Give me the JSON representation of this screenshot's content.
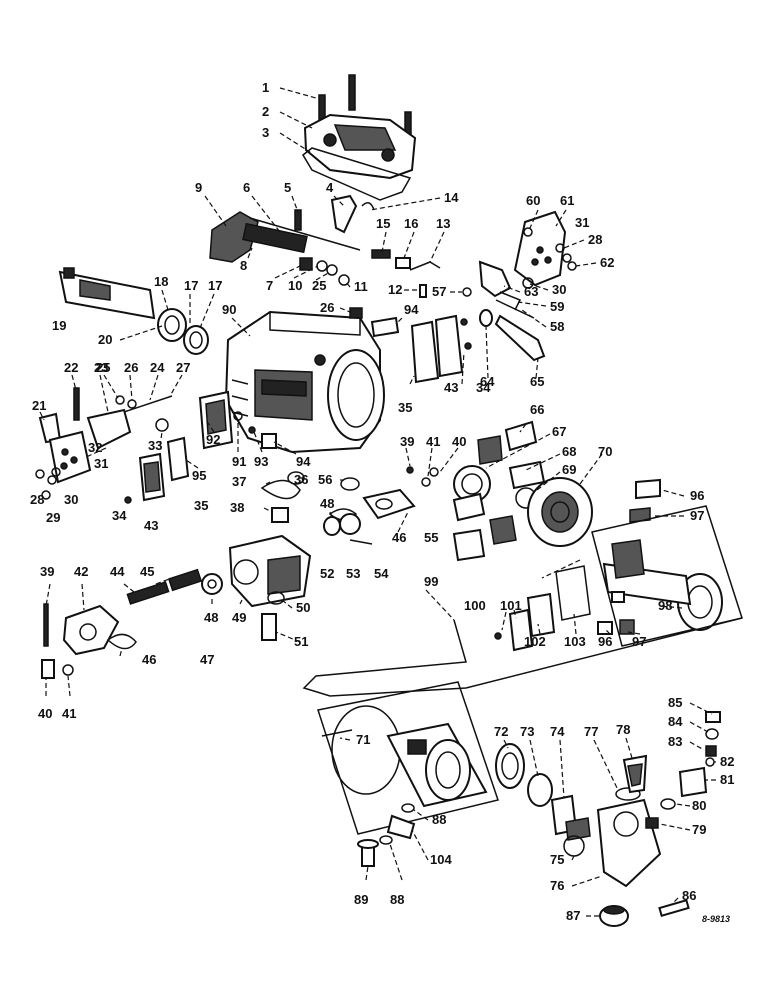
{
  "diagram": {
    "reference": "8-9813",
    "callouts": [
      {
        "label": "1"
      },
      {
        "label": "2"
      },
      {
        "label": "3"
      },
      {
        "label": "4"
      },
      {
        "label": "5"
      },
      {
        "label": "6"
      },
      {
        "label": "14"
      },
      {
        "label": "9"
      },
      {
        "label": "15"
      },
      {
        "label": "16"
      },
      {
        "label": "13"
      },
      {
        "label": "60"
      },
      {
        "label": "61"
      },
      {
        "label": "31"
      },
      {
        "label": "28"
      },
      {
        "label": "62"
      },
      {
        "label": "8"
      },
      {
        "label": "7"
      },
      {
        "label": "10"
      },
      {
        "label": "25"
      },
      {
        "label": "11"
      },
      {
        "label": "12"
      },
      {
        "label": "57"
      },
      {
        "label": "63"
      },
      {
        "label": "30"
      },
      {
        "label": "59"
      },
      {
        "label": "58"
      },
      {
        "label": "18"
      },
      {
        "label": "17"
      },
      {
        "label": "17"
      },
      {
        "label": "90"
      },
      {
        "label": "19"
      },
      {
        "label": "20"
      },
      {
        "label": "26"
      },
      {
        "label": "94"
      },
      {
        "label": "22"
      },
      {
        "label": "23"
      },
      {
        "label": "25"
      },
      {
        "label": "26"
      },
      {
        "label": "24"
      },
      {
        "label": "27"
      },
      {
        "label": "43"
      },
      {
        "label": "34"
      },
      {
        "label": "64"
      },
      {
        "label": "65"
      },
      {
        "label": "35"
      },
      {
        "label": "21"
      },
      {
        "label": "33"
      },
      {
        "label": "66"
      },
      {
        "label": "32"
      },
      {
        "label": "31"
      },
      {
        "label": "92"
      },
      {
        "label": "91"
      },
      {
        "label": "93"
      },
      {
        "label": "94"
      },
      {
        "label": "95"
      },
      {
        "label": "39"
      },
      {
        "label": "41"
      },
      {
        "label": "40"
      },
      {
        "label": "67"
      },
      {
        "label": "68"
      },
      {
        "label": "70"
      },
      {
        "label": "69"
      },
      {
        "label": "28"
      },
      {
        "label": "30"
      },
      {
        "label": "29"
      },
      {
        "label": "37"
      },
      {
        "label": "36"
      },
      {
        "label": "56"
      },
      {
        "label": "96"
      },
      {
        "label": "97"
      },
      {
        "label": "35"
      },
      {
        "label": "38"
      },
      {
        "label": "48"
      },
      {
        "label": "34"
      },
      {
        "label": "43"
      },
      {
        "label": "46"
      },
      {
        "label": "55"
      },
      {
        "label": "52"
      },
      {
        "label": "53"
      },
      {
        "label": "54"
      },
      {
        "label": "39"
      },
      {
        "label": "42"
      },
      {
        "label": "44"
      },
      {
        "label": "45"
      },
      {
        "label": "99"
      },
      {
        "label": "98"
      },
      {
        "label": "48"
      },
      {
        "label": "49"
      },
      {
        "label": "50"
      },
      {
        "label": "47"
      },
      {
        "label": "46"
      },
      {
        "label": "51"
      },
      {
        "label": "100"
      },
      {
        "label": "101"
      },
      {
        "label": "102"
      },
      {
        "label": "103"
      },
      {
        "label": "96"
      },
      {
        "label": "97"
      },
      {
        "label": "40"
      },
      {
        "label": "41"
      },
      {
        "label": "85"
      },
      {
        "label": "84"
      },
      {
        "label": "83"
      },
      {
        "label": "82"
      },
      {
        "label": "81"
      },
      {
        "label": "80"
      },
      {
        "label": "79"
      },
      {
        "label": "71"
      },
      {
        "label": "72"
      },
      {
        "label": "73"
      },
      {
        "label": "74"
      },
      {
        "label": "77"
      },
      {
        "label": "78"
      },
      {
        "label": "88"
      },
      {
        "label": "104"
      },
      {
        "label": "89"
      },
      {
        "label": "88"
      },
      {
        "label": "75"
      },
      {
        "label": "76"
      },
      {
        "label": "86"
      },
      {
        "label": "87"
      }
    ]
  }
}
